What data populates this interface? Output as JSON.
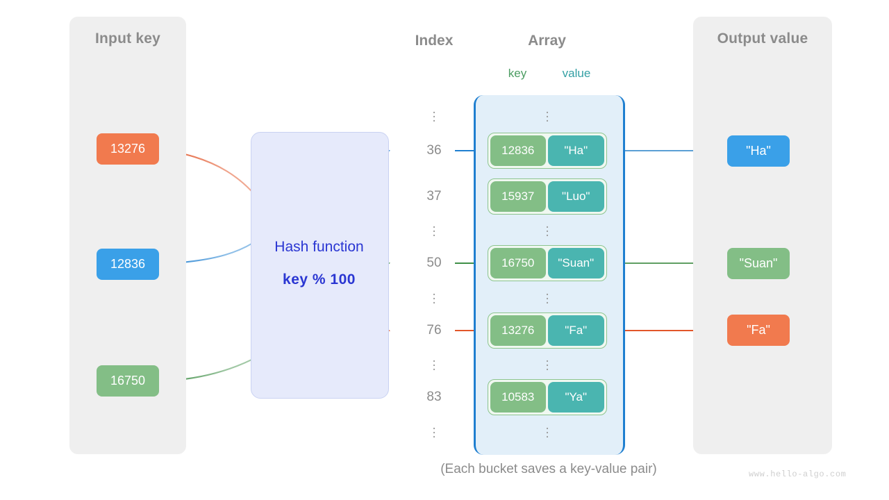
{
  "panels": {
    "input": {
      "title": "Input key"
    },
    "output": {
      "title": "Output value"
    }
  },
  "headings": {
    "index": "Index",
    "array": "Array",
    "key": "key",
    "value": "value"
  },
  "hash": {
    "label": "Hash function",
    "formula": "key % 100"
  },
  "input_keys": [
    {
      "text": "13276",
      "color": "#f17a4e"
    },
    {
      "text": "12836",
      "color": "#3aa0e8"
    },
    {
      "text": "16750",
      "color": "#83be86"
    }
  ],
  "output_values": [
    {
      "text": "\"Ha\"",
      "color": "#3aa0e8"
    },
    {
      "text": "\"Suan\"",
      "color": "#83be86"
    },
    {
      "text": "\"Fa\"",
      "color": "#f17a4e"
    }
  ],
  "index_column": [
    "⋮",
    "36",
    "37",
    "⋮",
    "50",
    "⋮",
    "76",
    "⋮",
    "83",
    "⋮"
  ],
  "buckets": [
    {
      "key": "12836",
      "value": "\"Ha\""
    },
    {
      "key": "15937",
      "value": "\"Luo\""
    },
    {
      "key": "16750",
      "value": "\"Suan\""
    },
    {
      "key": "13276",
      "value": "\"Fa\""
    },
    {
      "key": "10583",
      "value": "\"Ya\""
    }
  ],
  "caption": "(Each bucket saves a key-value pair)",
  "watermark": "www.hello-algo.com",
  "colors": {
    "panel_bg": "#efefef",
    "array_bg": "#e2eff9",
    "array_border": "#1f7fd0",
    "hash_bg": "#e6eafb",
    "hash_text": "#2a36d2",
    "key_green": "#83be86",
    "value_teal": "#4ab5b0",
    "orange": "#f17a4e",
    "blue": "#3aa0e8",
    "green": "#4c8f4f",
    "muted_text": "#8b8b8b"
  }
}
